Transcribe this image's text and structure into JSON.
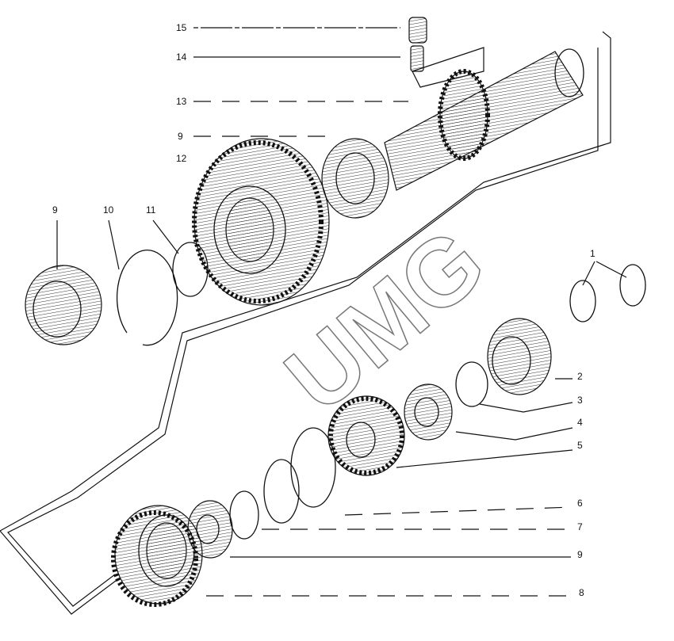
{
  "watermark": "UMG",
  "labels": {
    "l15": "15",
    "l14": "14",
    "l13": "13",
    "l9a": "9",
    "l12": "12",
    "l9b": "9",
    "l10": "10",
    "l11": "11",
    "l1": "1",
    "l2": "2",
    "l3": "3",
    "l4": "4",
    "l5": "5",
    "l6": "6",
    "l7": "7",
    "l9c": "9",
    "l8": "8"
  }
}
